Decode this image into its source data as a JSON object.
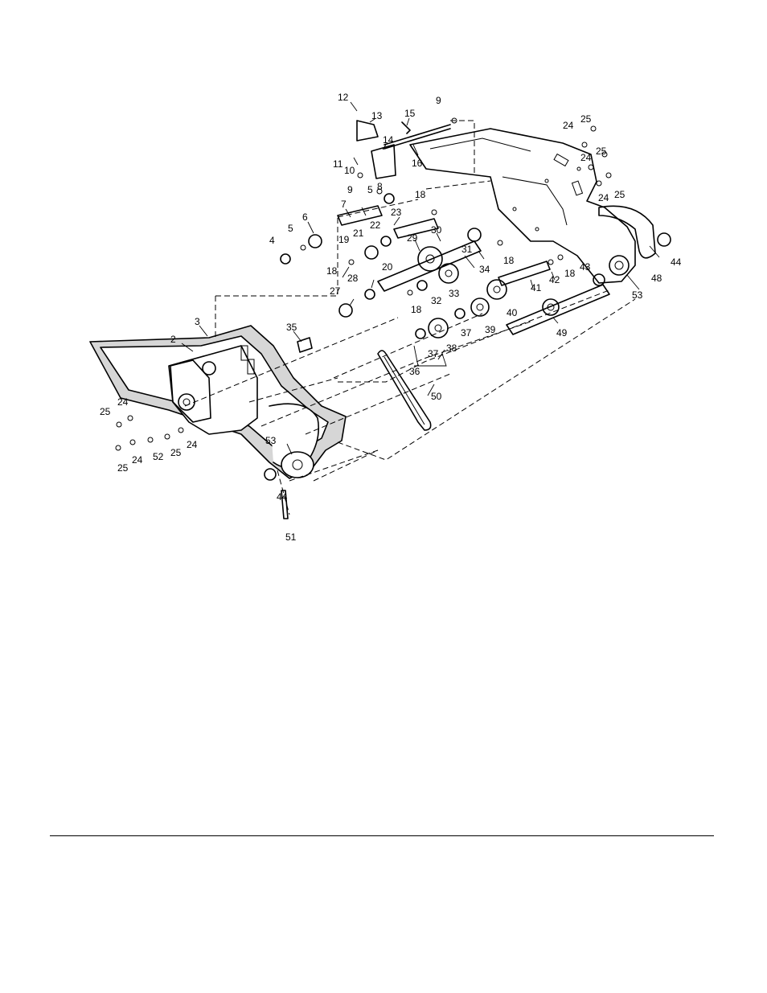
{
  "diagram": {
    "callouts": [
      "2",
      "3",
      "4",
      "5",
      "5",
      "6",
      "7",
      "8",
      "9",
      "9",
      "10",
      "11",
      "12",
      "13",
      "14",
      "15",
      "16",
      "18",
      "18",
      "18",
      "18",
      "18",
      "19",
      "20",
      "21",
      "22",
      "23",
      "24",
      "24",
      "24",
      "24",
      "24",
      "24",
      "25",
      "25",
      "25",
      "25",
      "25",
      "25",
      "27",
      "28",
      "29",
      "30",
      "31",
      "32",
      "33",
      "34",
      "35",
      "36",
      "37",
      "37",
      "38",
      "39",
      "40",
      "41",
      "42",
      "43",
      "44",
      "44",
      "48",
      "49",
      "50",
      "51",
      "52",
      "53",
      "53"
    ]
  }
}
